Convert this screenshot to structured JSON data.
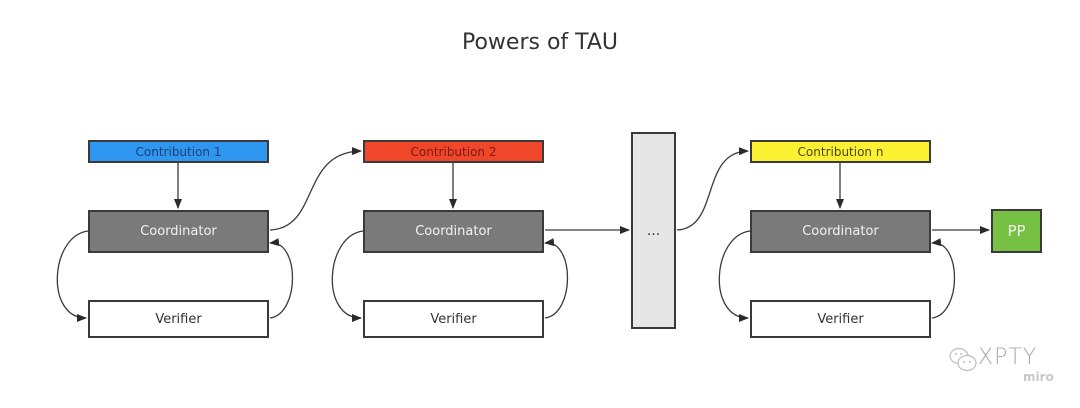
{
  "title": "Powers of TAU",
  "colors": {
    "contribution_1": "#2f97f0",
    "contribution_2": "#f0472b",
    "contribution_n": "#fbf032",
    "coordinator": "#7a7a7a",
    "verifier": "#ffffff",
    "ellipsis_box": "#e6e6e6",
    "pp": "#76c043"
  },
  "stages": [
    {
      "contribution": "Contribution 1",
      "coordinator": "Coordinator",
      "verifier": "Verifier"
    },
    {
      "contribution": "Contribution 2",
      "coordinator": "Coordinator",
      "verifier": "Verifier"
    },
    {
      "contribution": "Contribution n",
      "coordinator": "Coordinator",
      "verifier": "Verifier"
    }
  ],
  "ellipsis": "...",
  "output": "PP",
  "watermark": {
    "brand": "XPTY",
    "sub": "miro"
  }
}
